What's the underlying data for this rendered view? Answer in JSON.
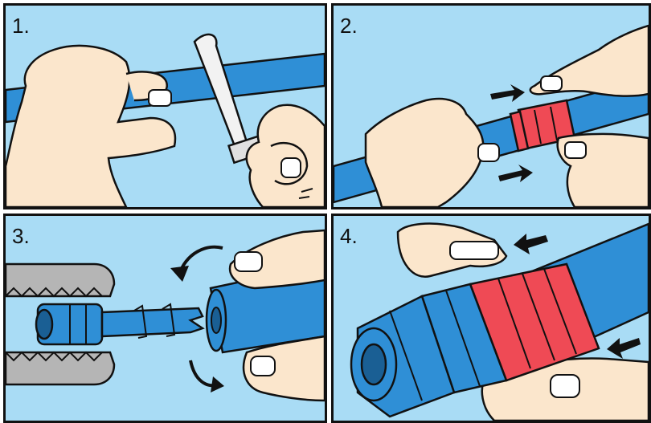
{
  "panels": [
    {
      "number": "1.",
      "step": "cut-hose"
    },
    {
      "number": "2.",
      "step": "slide-nut-onto-hose"
    },
    {
      "number": "3.",
      "step": "insert-nipple"
    },
    {
      "number": "4.",
      "step": "tighten-fitting"
    }
  ],
  "colors": {
    "background": "#a9dcf5",
    "hose": "#2f8fd6",
    "skin": "#fbe6cc",
    "nut_red": "#ef4a55",
    "fitting_blue": "#2f8fd6",
    "vise_gray": "#b5b5b5",
    "outline": "#111111"
  }
}
